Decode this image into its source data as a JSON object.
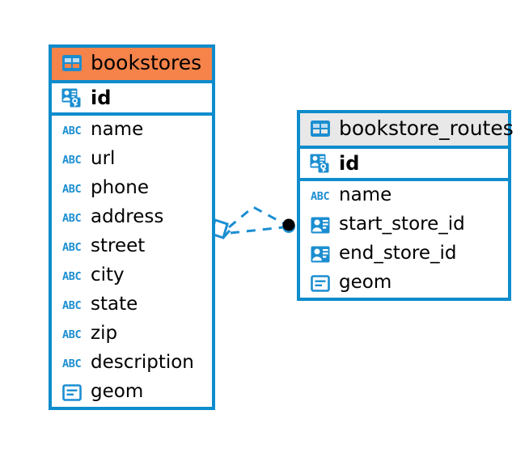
{
  "diagram": {
    "type": "entity-relationship-diagram",
    "background": "#ffffff",
    "colors": {
      "border": "#0e8ccc",
      "icon_blue": "#1b8ed1",
      "header_highlight": "#f5834a",
      "header_default": "#e8e8e8",
      "text": "#000000",
      "connector": "#1b8ed1",
      "endpoint_fill": "#000000"
    },
    "entities": [
      {
        "id": "bookstores",
        "name": "bookstores",
        "header_style": "orange",
        "header_icon": "table-icon",
        "selected": true,
        "primary_key": {
          "name": "id",
          "icon": "primary-key-icon"
        },
        "attributes": [
          {
            "name": "name",
            "icon": "text-abc-icon"
          },
          {
            "name": "url",
            "icon": "text-abc-icon"
          },
          {
            "name": "phone",
            "icon": "text-abc-icon"
          },
          {
            "name": "address",
            "icon": "text-abc-icon"
          },
          {
            "name": "street",
            "icon": "text-abc-icon"
          },
          {
            "name": "city",
            "icon": "text-abc-icon"
          },
          {
            "name": "state",
            "icon": "text-abc-icon"
          },
          {
            "name": "zip",
            "icon": "text-abc-icon"
          },
          {
            "name": "description",
            "icon": "text-abc-icon"
          },
          {
            "name": "geom",
            "icon": "geometry-icon"
          }
        ]
      },
      {
        "id": "bookstore_routes",
        "name": "bookstore_routes",
        "header_style": "gray",
        "header_icon": "table-icon",
        "selected": false,
        "primary_key": {
          "name": "id",
          "icon": "primary-key-icon"
        },
        "attributes": [
          {
            "name": "name",
            "icon": "text-abc-icon"
          },
          {
            "name": "start_store_id",
            "icon": "foreign-key-icon"
          },
          {
            "name": "end_store_id",
            "icon": "foreign-key-icon"
          },
          {
            "name": "geom",
            "icon": "geometry-icon"
          }
        ]
      }
    ],
    "relationships": [
      {
        "id": "rel-start-store",
        "from_entity": "bookstores",
        "to_entity": "bookstore_routes",
        "from_endpoint": "diamond-endpoint",
        "to_endpoint": "circle-endpoint",
        "line_style": "dashed",
        "shape": "arc"
      },
      {
        "id": "rel-end-store",
        "from_entity": "bookstores",
        "to_entity": "bookstore_routes",
        "from_endpoint": "diamond-endpoint",
        "to_endpoint": "circle-endpoint",
        "line_style": "dashed",
        "shape": "straight"
      }
    ]
  }
}
